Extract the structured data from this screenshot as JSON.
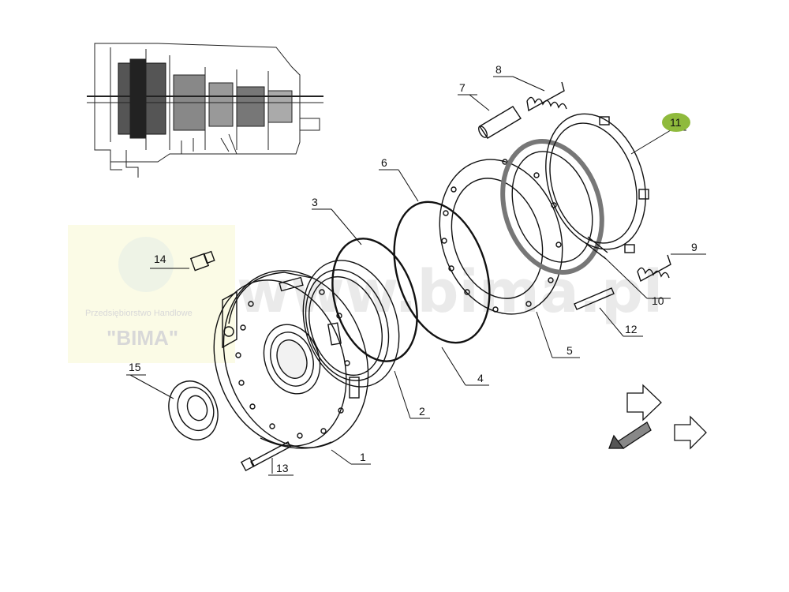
{
  "watermark": {
    "company_line": "Przedsiębiorstwo Handlowe",
    "company_name": "\"BIMA\"",
    "site_text": "www.bima.pl",
    "panel_color": "#fbfbe6"
  },
  "callouts": [
    {
      "id": "1",
      "label": "1"
    },
    {
      "id": "2",
      "label": "2"
    },
    {
      "id": "3",
      "label": "3"
    },
    {
      "id": "4",
      "label": "4"
    },
    {
      "id": "5",
      "label": "5"
    },
    {
      "id": "6",
      "label": "6"
    },
    {
      "id": "7",
      "label": "7"
    },
    {
      "id": "8",
      "label": "8"
    },
    {
      "id": "9",
      "label": "9"
    },
    {
      "id": "10",
      "label": "10"
    },
    {
      "id": "11",
      "label": "11",
      "highlighted": true,
      "highlight_color": "#8fba3c"
    },
    {
      "id": "12",
      "label": "12"
    },
    {
      "id": "13",
      "label": "13"
    },
    {
      "id": "14",
      "label": "14"
    },
    {
      "id": "15",
      "label": "15"
    }
  ],
  "icons": [
    "transmission-overview-icon",
    "direction-arrows-icon"
  ]
}
